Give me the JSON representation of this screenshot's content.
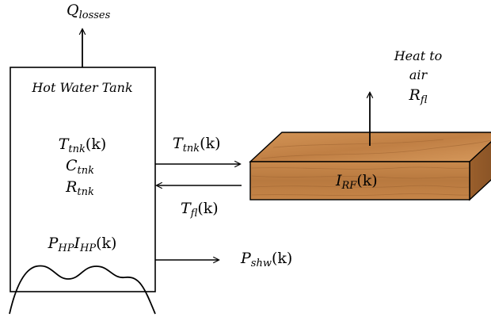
{
  "tank": {
    "title": "Hot Water Tank",
    "temp": {
      "sym": "T",
      "sub": "tnk",
      "arg": "(k)"
    },
    "cap": {
      "sym": "C",
      "sub": "tnk"
    },
    "res": {
      "sym": "R",
      "sub": "tnk"
    },
    "hp_power": {
      "sym": "P",
      "sub": "HP"
    },
    "hp_input": {
      "sym": "I",
      "sub": "HP",
      "arg": "(k)"
    }
  },
  "losses": {
    "sym": "Q",
    "sub": "losses"
  },
  "flow_out": {
    "sym": "T",
    "sub": "tnk",
    "arg": "(k)"
  },
  "flow_in": {
    "sym": "T",
    "sub": "fl",
    "arg": "(k)"
  },
  "floor": {
    "sym": "I",
    "sub": "RF",
    "arg": "(k)"
  },
  "heat_to_air": {
    "line1": "Heat to",
    "line2": "air",
    "sym": "R",
    "sub": "fl"
  },
  "shower": {
    "sym": "P",
    "sub": "shw",
    "arg": "(k)"
  },
  "colors": {
    "wood_light": "#c98a4e",
    "wood_mid": "#b3743c",
    "wood_dark": "#8e5628",
    "line": "#000000"
  }
}
